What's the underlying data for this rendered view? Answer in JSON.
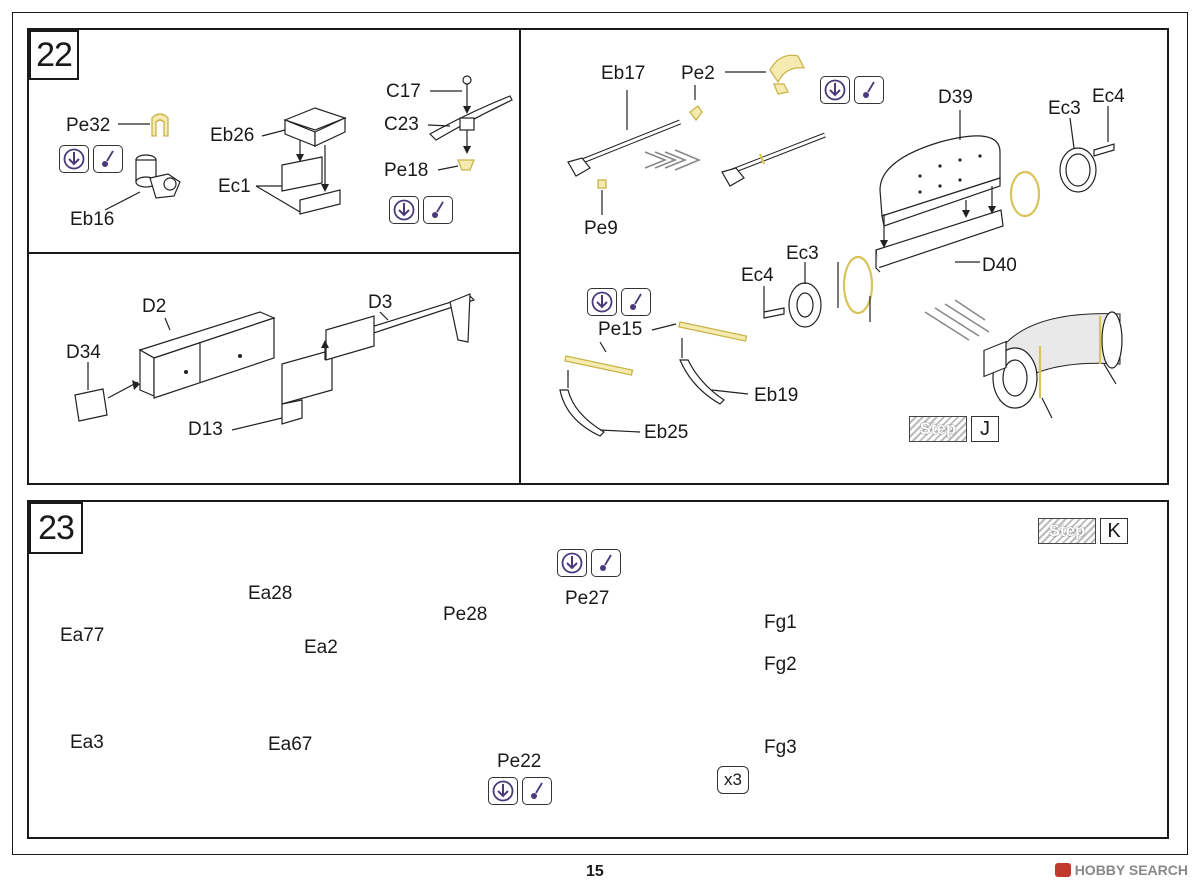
{
  "page_number": "15",
  "watermark": "HOBBY SEARCH",
  "step22": {
    "number": "22",
    "labels": {
      "pe32": "Pe32",
      "eb16": "Eb16",
      "eb26": "Eb26",
      "ec1": "Ec1",
      "c17": "C17",
      "c23": "C23",
      "pe18": "Pe18",
      "d2": "D2",
      "d34": "D34",
      "d3": "D3",
      "d13": "D13",
      "eb17": "Eb17",
      "pe2": "Pe2",
      "pe9": "Pe9",
      "d39": "D39",
      "ec3_a": "Ec3",
      "ec4_a": "Ec4",
      "d40": "D40",
      "ec4_b": "Ec4",
      "ec3_b": "Ec3",
      "pe15": "Pe15",
      "eb19": "Eb19",
      "eb25": "Eb25"
    },
    "step_ref": {
      "word": "Step",
      "letter": "J"
    }
  },
  "step23": {
    "number": "23",
    "labels": {
      "ea28": "Ea28",
      "ea77": "Ea77",
      "ea2": "Ea2",
      "ea3": "Ea3",
      "ea67": "Ea67",
      "pe28": "Pe28",
      "pe22": "Pe22",
      "pe27": "Pe27",
      "fg1": "Fg1",
      "fg2": "Fg2",
      "fg3": "Fg3"
    },
    "multiplier": "x3",
    "step_ref": {
      "word": "Step",
      "letter": "K"
    }
  },
  "icons": {
    "bend": "bend-down-icon",
    "glue": "glue-drop-icon"
  },
  "colors": {
    "ink": "#1a1a1a",
    "etch_yellow": "#f5ebb0",
    "icon_purple": "#4a3a7a"
  }
}
